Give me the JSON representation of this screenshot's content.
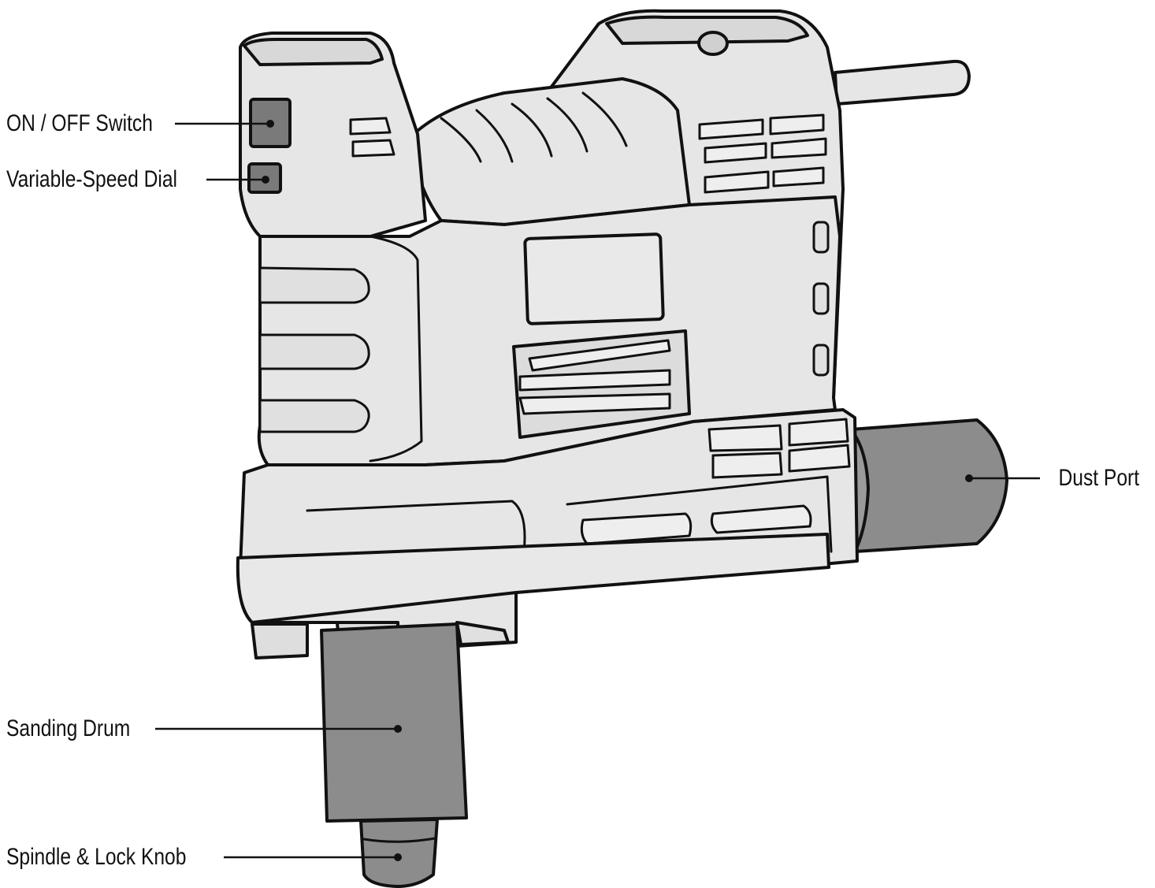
{
  "diagram": {
    "labels": {
      "on_off_switch": "ON / OFF Switch",
      "variable_speed_dial": "Variable-Speed Dial",
      "sanding_drum": "Sanding Drum",
      "spindle_lock_knob": "Spindle & Lock Knob",
      "dust_port": "Dust Port"
    },
    "colors": {
      "body_fill": "#e6e6e6",
      "outline": "#111111",
      "part_fill": "#8c8c8c",
      "dark_part_fill": "#7a7a7a",
      "background": "#ffffff"
    }
  }
}
